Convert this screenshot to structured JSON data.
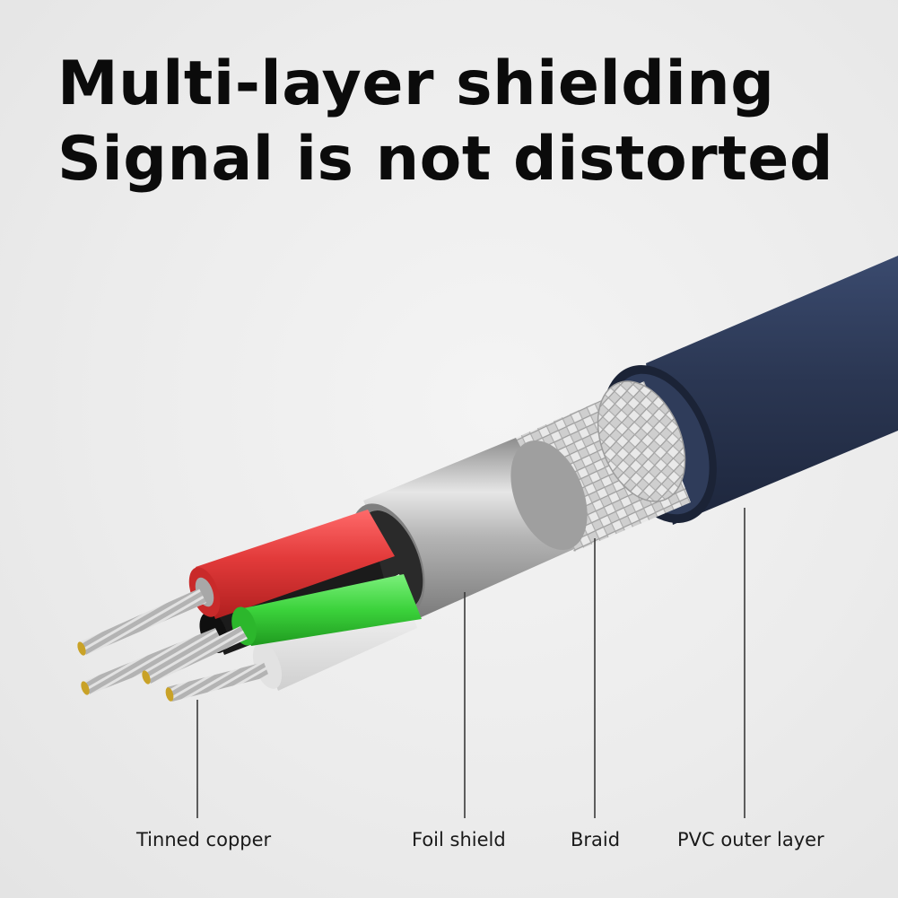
{
  "headline": {
    "line1": "Multi-layer shielding",
    "line2": "Signal is not distorted"
  },
  "labels": {
    "tinned_copper": "Tinned copper",
    "foil_shield": "Foil shield",
    "braid": "Braid",
    "pvc_outer_layer": "PVC outer layer"
  },
  "colors": {
    "pvc_jacket": "#2b3753",
    "red_wire": "#e23a3a",
    "green_wire": "#3bd23b",
    "white_wire": "#f2f2f2",
    "black_wire": "#1b1b1b",
    "foil": "#b9b9b9",
    "braid": "#c9c9c9",
    "copper_tip": "#c9a227"
  }
}
